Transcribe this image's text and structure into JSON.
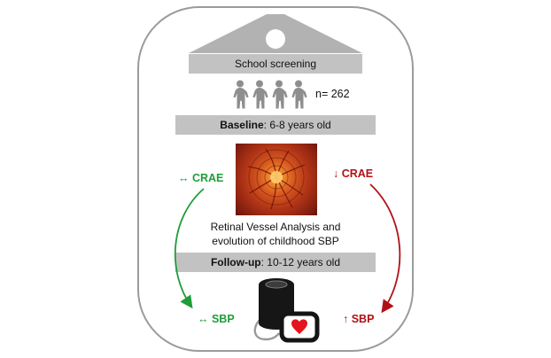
{
  "banners": {
    "school": "School screening",
    "baseline": {
      "bold": "Baseline",
      "rest": ": 6-8 years old"
    },
    "followup": {
      "bold": "Follow-up",
      "rest": ": 10-12 years old"
    }
  },
  "cohort": {
    "n": "n= 262"
  },
  "caption": {
    "line1": "Retinal Vessel Analysis and",
    "line2": "evolution of childhood SBP"
  },
  "labels": {
    "crae_stable": "↔ CRAE",
    "crae_down": "↓ CRAE",
    "sbp_stable": "↔ SBP",
    "sbp_up": "↑ SBP"
  },
  "icons": {
    "house": "school-house-icon",
    "children": "children-group-icon",
    "fundus": "fundus-photo",
    "bp_monitor": "blood-pressure-monitor-icon",
    "heart": "heart-icon"
  },
  "colors": {
    "green": "#1f9d3a",
    "red": "#b01117",
    "banner_gray": "#c2c2c2",
    "house_gray": "#b2b2b2"
  }
}
